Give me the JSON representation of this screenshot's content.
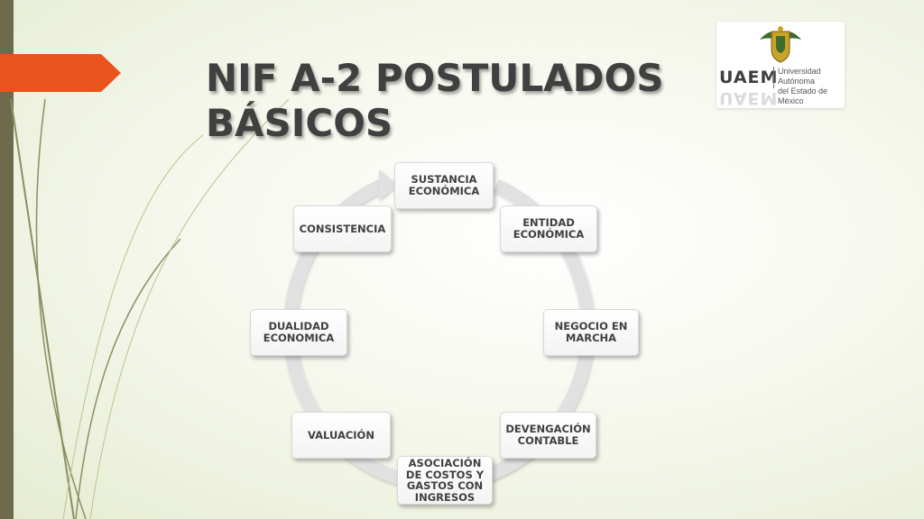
{
  "slide": {
    "title_line1": "NIF A-2 POSTULADOS",
    "title_line2": "BÁSICOS"
  },
  "logo": {
    "abbr": "UAEM",
    "name_line1": "Universidad Autónoma",
    "name_line2": "del Estado de México"
  },
  "cycle": {
    "nodes": [
      "SUSTANCIA ECONÓMICA",
      "ENTIDAD ECONÓMICA",
      "NEGOCIO EN MARCHA",
      "DEVENGACIÓN CONTABLE",
      "ASOCIACIÓN DE COSTOS Y GASTOS CON INGRESOS",
      "VALUACIÓN",
      "DUALIDAD ECONOMICA",
      "CONSISTENCIA"
    ]
  },
  "colors": {
    "sidebar": "#6f6a4c",
    "accent_marker": "#e8531e",
    "title_text": "#404040",
    "cycle_arrow": "#e1e1e1"
  },
  "icons": {
    "title_marker": "arrow-marker-icon",
    "logo_crest": "crest-icon"
  }
}
